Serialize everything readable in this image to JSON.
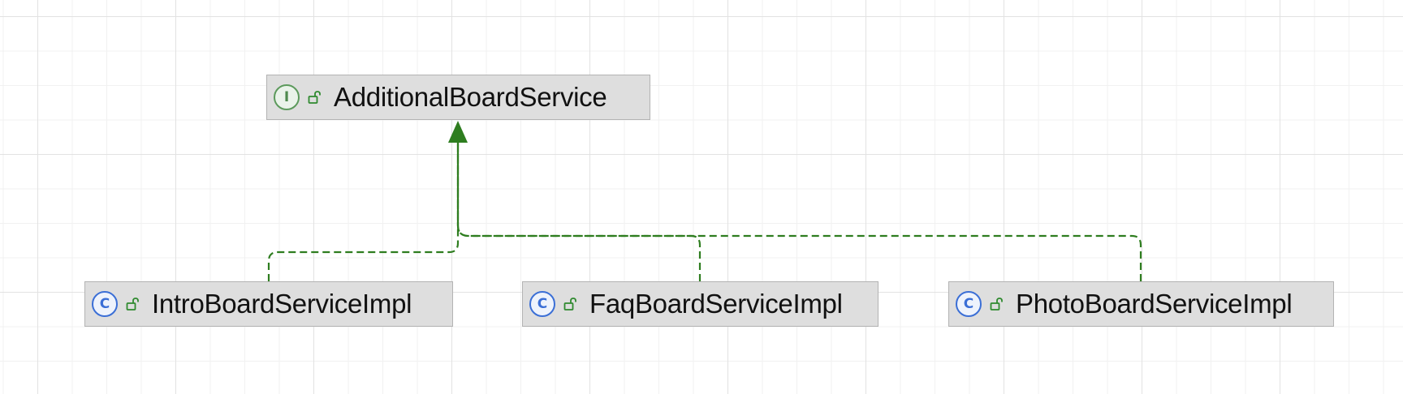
{
  "diagram": {
    "interface": {
      "name": "AdditionalBoardService",
      "kind_icon": "interface-icon",
      "kind_letter": "I",
      "visibility_icon": "unlocked-lock-icon"
    },
    "implementations": [
      {
        "name": "IntroBoardServiceImpl",
        "kind_icon": "class-icon",
        "kind_letter": "C",
        "visibility_icon": "unlocked-lock-icon"
      },
      {
        "name": "FaqBoardServiceImpl",
        "kind_icon": "class-icon",
        "kind_letter": "C",
        "visibility_icon": "unlocked-lock-icon"
      },
      {
        "name": "PhotoBoardServiceImpl",
        "kind_icon": "class-icon",
        "kind_letter": "C",
        "visibility_icon": "unlocked-lock-icon"
      }
    ],
    "relation": "implements",
    "colors": {
      "edge": "#2e7d1f",
      "node_fill": "#dedede",
      "node_border": "#b3b3b3",
      "interface_icon": "#5c9a5c",
      "class_icon": "#3b6fd6",
      "lock_icon": "#2f8a2f"
    }
  }
}
